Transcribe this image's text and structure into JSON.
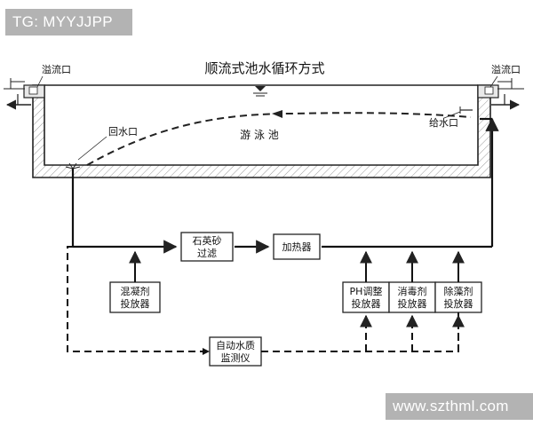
{
  "watermarks": {
    "top_left": "TG: MYYJJPP",
    "bottom_right": "www.szthml.com"
  },
  "diagram": {
    "title": "顺流式池水循环方式",
    "pool_label": "游 泳 池",
    "overflow_left": "溢流口",
    "overflow_right": "溢流口",
    "return_outlet": "回水口",
    "supply_inlet": "给水口",
    "boxes": {
      "quartz_sand_filter": [
        "石英砂",
        "过滤"
      ],
      "heater": [
        "加热器"
      ],
      "coagulant_dosing": [
        "混凝剂",
        "投放器"
      ],
      "ph_dosing": [
        "PH调整",
        "投放器"
      ],
      "disinfectant_dosing": [
        "消毒剂",
        "投放器"
      ],
      "algaecide_dosing": [
        "除藻剂",
        "投放器"
      ],
      "monitor": [
        "自动水质",
        "监测仪"
      ]
    }
  }
}
